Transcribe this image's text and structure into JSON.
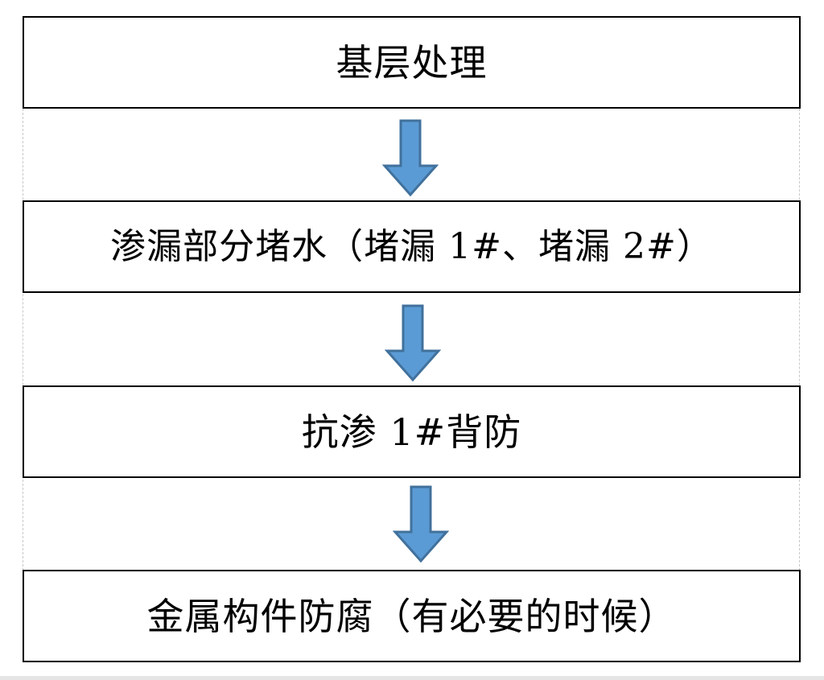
{
  "diagram": {
    "type": "vertical-flowchart",
    "arrow_color": "#5b9bd5",
    "arrow_outline": "#41719c",
    "steps": [
      {
        "label": "基层处理"
      },
      {
        "label": "渗漏部分堵水（堵漏 1#、堵漏 2#）"
      },
      {
        "label": "抗渗 1#背防"
      },
      {
        "label": "金属构件防腐（有必要的时候）"
      }
    ],
    "connectors": [
      {
        "icon": "down-arrow-icon"
      },
      {
        "icon": "down-arrow-icon"
      },
      {
        "icon": "down-arrow-icon"
      }
    ]
  }
}
